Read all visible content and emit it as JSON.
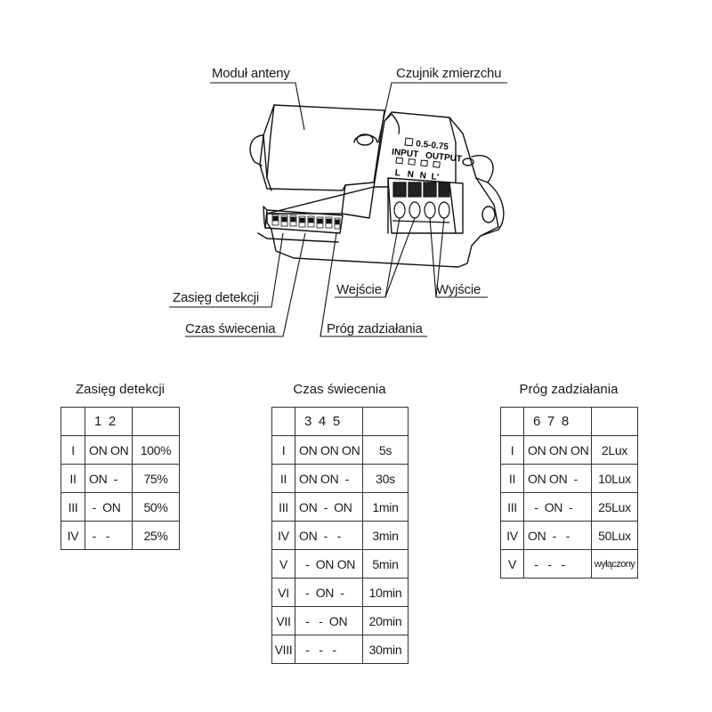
{
  "callouts": {
    "antenna_module": "Moduł anteny",
    "dusk_sensor": "Czujnik zmierzchu",
    "detection_range": "Zasięg detekcji",
    "input": "Wejście",
    "output": "Wyjście",
    "lighting_time": "Czas świecenia",
    "threshold": "Próg zadziałania"
  },
  "device_silkscreen": {
    "cable_size": "0.5-0.75",
    "input": "INPUT",
    "output": "OUTPUT",
    "terminals": [
      "L",
      "N",
      "N",
      "L'"
    ]
  },
  "tables": {
    "detection_range": {
      "title": "Zasięg detekcji",
      "switches": "1 2",
      "rows": [
        {
          "mode": "I",
          "setting": "ON ON",
          "value": "100%"
        },
        {
          "mode": "II",
          "setting": "ON  -",
          "value": "75%"
        },
        {
          "mode": "III",
          "setting": " -  ON",
          "value": "50%"
        },
        {
          "mode": "IV",
          "setting": " -   -",
          "value": "25%"
        }
      ]
    },
    "lighting_time": {
      "title": "Czas świecenia",
      "switches": "3 4 5",
      "rows": [
        {
          "mode": "I",
          "setting": "ON ON ON",
          "value": "5s"
        },
        {
          "mode": "II",
          "setting": "ON ON  -",
          "value": "30s"
        },
        {
          "mode": "III",
          "setting": "ON  -  ON",
          "value": "1min"
        },
        {
          "mode": "IV",
          "setting": "ON  -   -",
          "value": "3min"
        },
        {
          "mode": "V",
          "setting": "  -  ON ON",
          "value": "5min"
        },
        {
          "mode": "VI",
          "setting": "  -  ON  -",
          "value": "10min"
        },
        {
          "mode": "VII",
          "setting": "  -   -  ON",
          "value": "20min"
        },
        {
          "mode": "VIII",
          "setting": "  -   -   -",
          "value": "30min"
        }
      ]
    },
    "threshold": {
      "title": "Próg zadziałania",
      "switches": "6 7 8",
      "rows": [
        {
          "mode": "I",
          "setting": "ON ON ON",
          "value": "2Lux"
        },
        {
          "mode": "II",
          "setting": "ON ON  -",
          "value": "10Lux"
        },
        {
          "mode": "III",
          "setting": "  -  ON  -",
          "value": "25Lux"
        },
        {
          "mode": "IV",
          "setting": "ON  -   -",
          "value": "50Lux"
        },
        {
          "mode": "V",
          "setting": "  -   -   -",
          "value": "wyłączony"
        }
      ]
    }
  }
}
